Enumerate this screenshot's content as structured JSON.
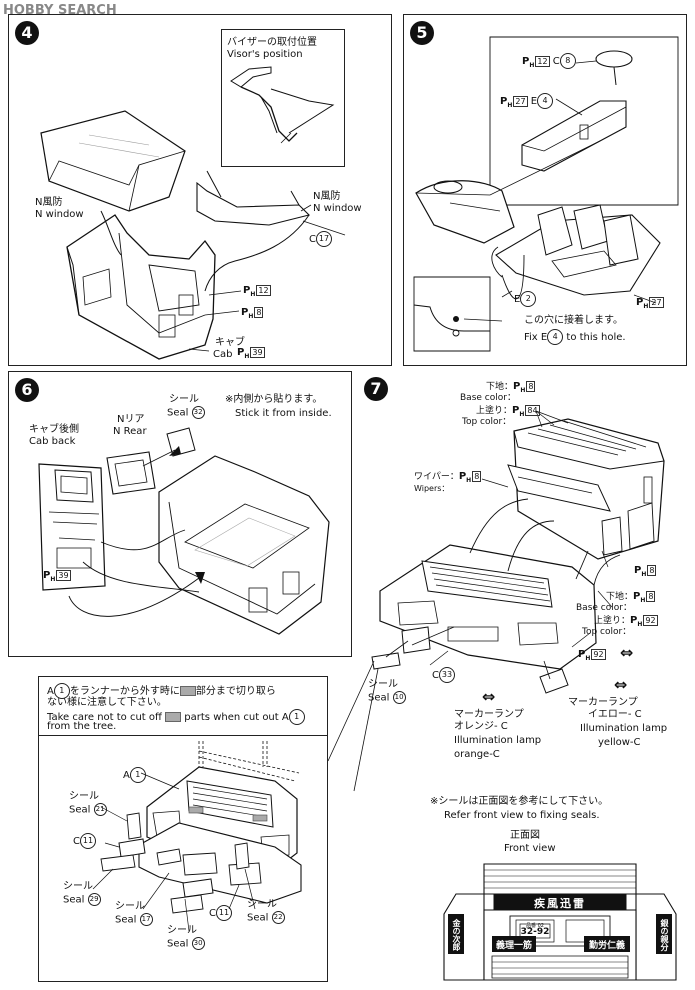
{
  "watermark": {
    "logo_text": "HOBBY SEARCH"
  },
  "step4": {
    "num": "4",
    "visor_jp": "バイザーの取付位置",
    "visor_en": "Visor's position",
    "nwin_jp": "N風防",
    "nwin_en": "N window",
    "nwin2_jp": "N風防",
    "nwin2_en": "N window",
    "c17": "C",
    "c17_n": "17",
    "ph12": "12",
    "ph8": "8",
    "cab_jp": "キャブ",
    "cab_en": "Cab",
    "ph39": "39"
  },
  "step5": {
    "num": "5",
    "c8": "C",
    "c8_n": "8",
    "ph12": "12",
    "e4": "E",
    "e4_n": "4",
    "ph27a": "27",
    "e2": "E",
    "e2_n": "2",
    "ph27b": "27",
    "fix_jp": "この穴に接着します。",
    "fix_en_pre": "Fix E",
    "fix_en_n": "4",
    "fix_en_post": " to this hole."
  },
  "step6": {
    "num": "6",
    "seal_jp": "シール",
    "seal_en": "Seal",
    "seal_n": "32",
    "inside_jp": "※内側から貼ります。",
    "inside_en": "Stick it from inside.",
    "nrear_jp": "Nリア",
    "nrear_en": "N Rear",
    "cabback_jp": "キャブ後側",
    "cabback_en": "Cab back",
    "ph39": "39"
  },
  "step7": {
    "num": "7",
    "base_jp": "下地：",
    "base_en": "Base color：",
    "base_ph": "8",
    "top_jp": "上塗り：",
    "top_en": "Top color：",
    "top_ph": "84",
    "wiper_jp": "ワイパー：",
    "wiper_en": "Wipers：",
    "wiper_ph": "8",
    "side_ph": "8",
    "base2_jp": "下地：",
    "base2_en": "Base color：",
    "base2_ph": "8",
    "top2_jp": "上塗り：",
    "top2_en": "Top color：",
    "top2_ph": "92",
    "body_ph": "92",
    "c33": "C",
    "c33_n": "33",
    "seal10_jp": "シール",
    "seal10_en": "Seal",
    "seal10_n": "10",
    "orange_jp1": "マーカーランプ",
    "orange_jp2": "オレンジ- C",
    "orange_en1": "Illumination lamp",
    "orange_en2": "orange-C",
    "yellow_jp1": "マーカーランプ",
    "yellow_jp2": "イエロー- C",
    "yellow_en1": "Illumination lamp",
    "yellow_en2": "yellow-C"
  },
  "note": {
    "jp1_pre": "A",
    "jp1_n": "1",
    "jp1_mid": "をランナーから外す時に",
    "jp1_post": "部分まで切り取ら",
    "jp2": "ない様に注意して下さい。",
    "en1_pre": "Take care not to cut off",
    "en1_post": "parts when cut out A",
    "en1_n": "1",
    "en2": "from the tree.",
    "a1": "A",
    "a1_n": "1",
    "seal21_jp": "シール",
    "seal21_en": "Seal",
    "seal21_n": "21",
    "c11a": "C",
    "c11a_n": "11",
    "seal29_jp": "シール",
    "seal29_en": "Seal",
    "seal29_n": "29",
    "seal17_jp": "シール",
    "seal17_en": "Seal",
    "seal17_n": "17",
    "seal30_jp": "シール",
    "seal30_en": "Seal",
    "seal30_n": "30",
    "c11b": "C",
    "c11b_n": "11",
    "seal22_jp": "シール",
    "seal22_en": "Seal",
    "seal22_n": "22"
  },
  "front": {
    "note_jp": "※シールは正面図を参考にして下さい。",
    "note_en": "Refer front view to fixing  seals.",
    "title_jp": "正面図",
    "title_en": "Front view",
    "plate": "32-92",
    "plate_top": "品番 02",
    "banner": "疾風迅雷",
    "left_v": "金の次郎",
    "right_v": "銀の親分",
    "left_sign": "義理一筋",
    "right_sign": "勤労仁義"
  }
}
